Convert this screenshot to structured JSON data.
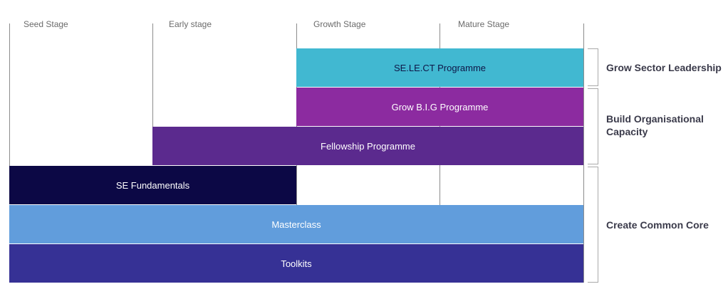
{
  "stages": [
    "Seed Stage",
    "Early stage",
    "Growth Stage",
    "Mature Stage"
  ],
  "programmes": {
    "select": {
      "label": "SE.LE.CT Programme",
      "color": "#41b8d1",
      "text_color": "#0e1546"
    },
    "big": {
      "label": "Grow B.I.G Programme",
      "color": "#8c2ba0",
      "text_color": "#ffffff"
    },
    "fellowship": {
      "label": "Fellowship Programme",
      "color": "#5b2a8e",
      "text_color": "#ffffff"
    },
    "fundamentals": {
      "label": "SE Fundamentals",
      "color": "#0c0845",
      "text_color": "#ffffff"
    },
    "masterclass": {
      "label": "Masterclass",
      "color": "#619ddc",
      "text_color": "#ffffff"
    },
    "toolkits": {
      "label": "Toolkits",
      "color": "#363195",
      "text_color": "#ffffff"
    }
  },
  "categories": {
    "leadership": "Grow Sector Leadership",
    "capacity": "Build Organisational Capacity",
    "core": "Create Common Core"
  }
}
